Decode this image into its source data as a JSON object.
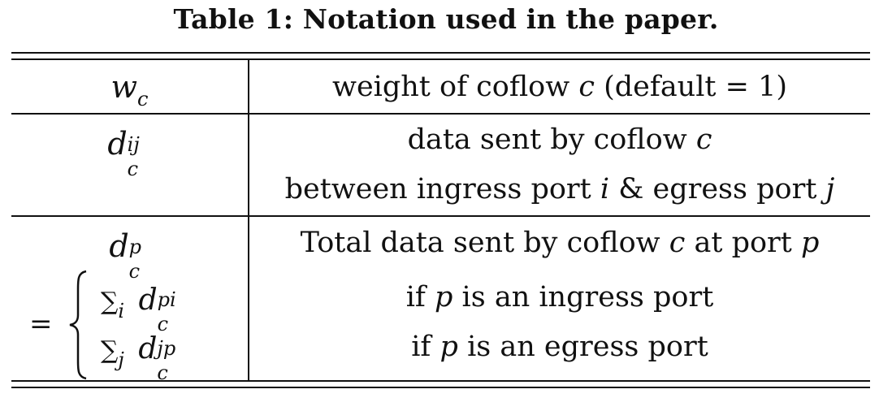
{
  "caption": "Table 1: Notation used in the paper.",
  "rows": [
    {
      "symbol_base": "w",
      "symbol_sub": "c",
      "description_lines": [
        "weight of coflow",
        "c",
        "(default = 1)"
      ]
    },
    {
      "symbol_base": "d",
      "symbol_sub": "c",
      "symbol_sup": "ij",
      "desc_line1_pre": "data sent by coflow",
      "desc_line1_var": "c",
      "desc_line2_a": "between ingress port",
      "desc_line2_i": "i",
      "desc_line2_b": "& egress port",
      "desc_line2_j": "j"
    },
    {
      "symbol_base": "d",
      "symbol_sub": "c",
      "symbol_sup": "p",
      "desc_line1_a": "Total data sent by coflow",
      "desc_line1_c": "c",
      "desc_line1_b": "at port",
      "desc_line1_p": "p",
      "equals": "=",
      "case1_sum": "∑",
      "case1_index": "i",
      "case1_base": "d",
      "case1_sub": "c",
      "case1_sup": "pi",
      "case2_sum": "∑",
      "case2_index": "j",
      "case2_base": "d",
      "case2_sub": "c",
      "case2_sup": "jp",
      "case1_desc_if": "if",
      "case1_desc_p": "p",
      "case1_desc_rest": "is an ingress port",
      "case2_desc_if": "if",
      "case2_desc_p": "p",
      "case2_desc_rest": "is an egress port"
    }
  ]
}
